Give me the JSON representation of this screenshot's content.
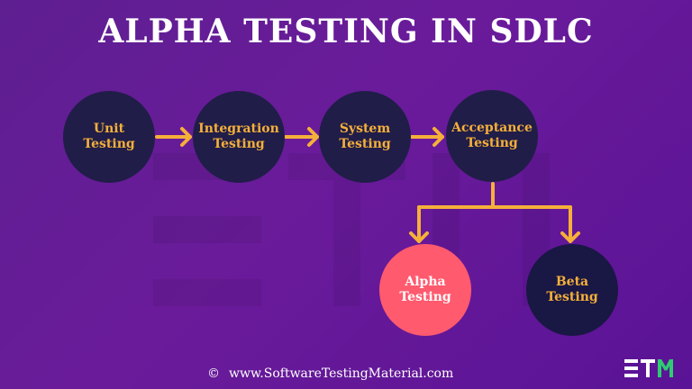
{
  "title": "ALPHA TESTING IN SDLC",
  "nodes": {
    "unit": "Unit\nTesting",
    "integration": "Integration\nTesting",
    "system": "System\nTesting",
    "acceptance": "Acceptance\nTesting",
    "alpha": "Alpha\nTesting",
    "beta": "Beta\nTesting"
  },
  "footer": {
    "copyright_symbol": "©",
    "url": "www.SoftwareTestingMaterial.com"
  },
  "colors": {
    "background": "#6a1b9a",
    "node": "#201d48",
    "node_text": "#f5b03a",
    "alpha_node": "#ff5a6e",
    "arrow": "#f5b03a"
  }
}
